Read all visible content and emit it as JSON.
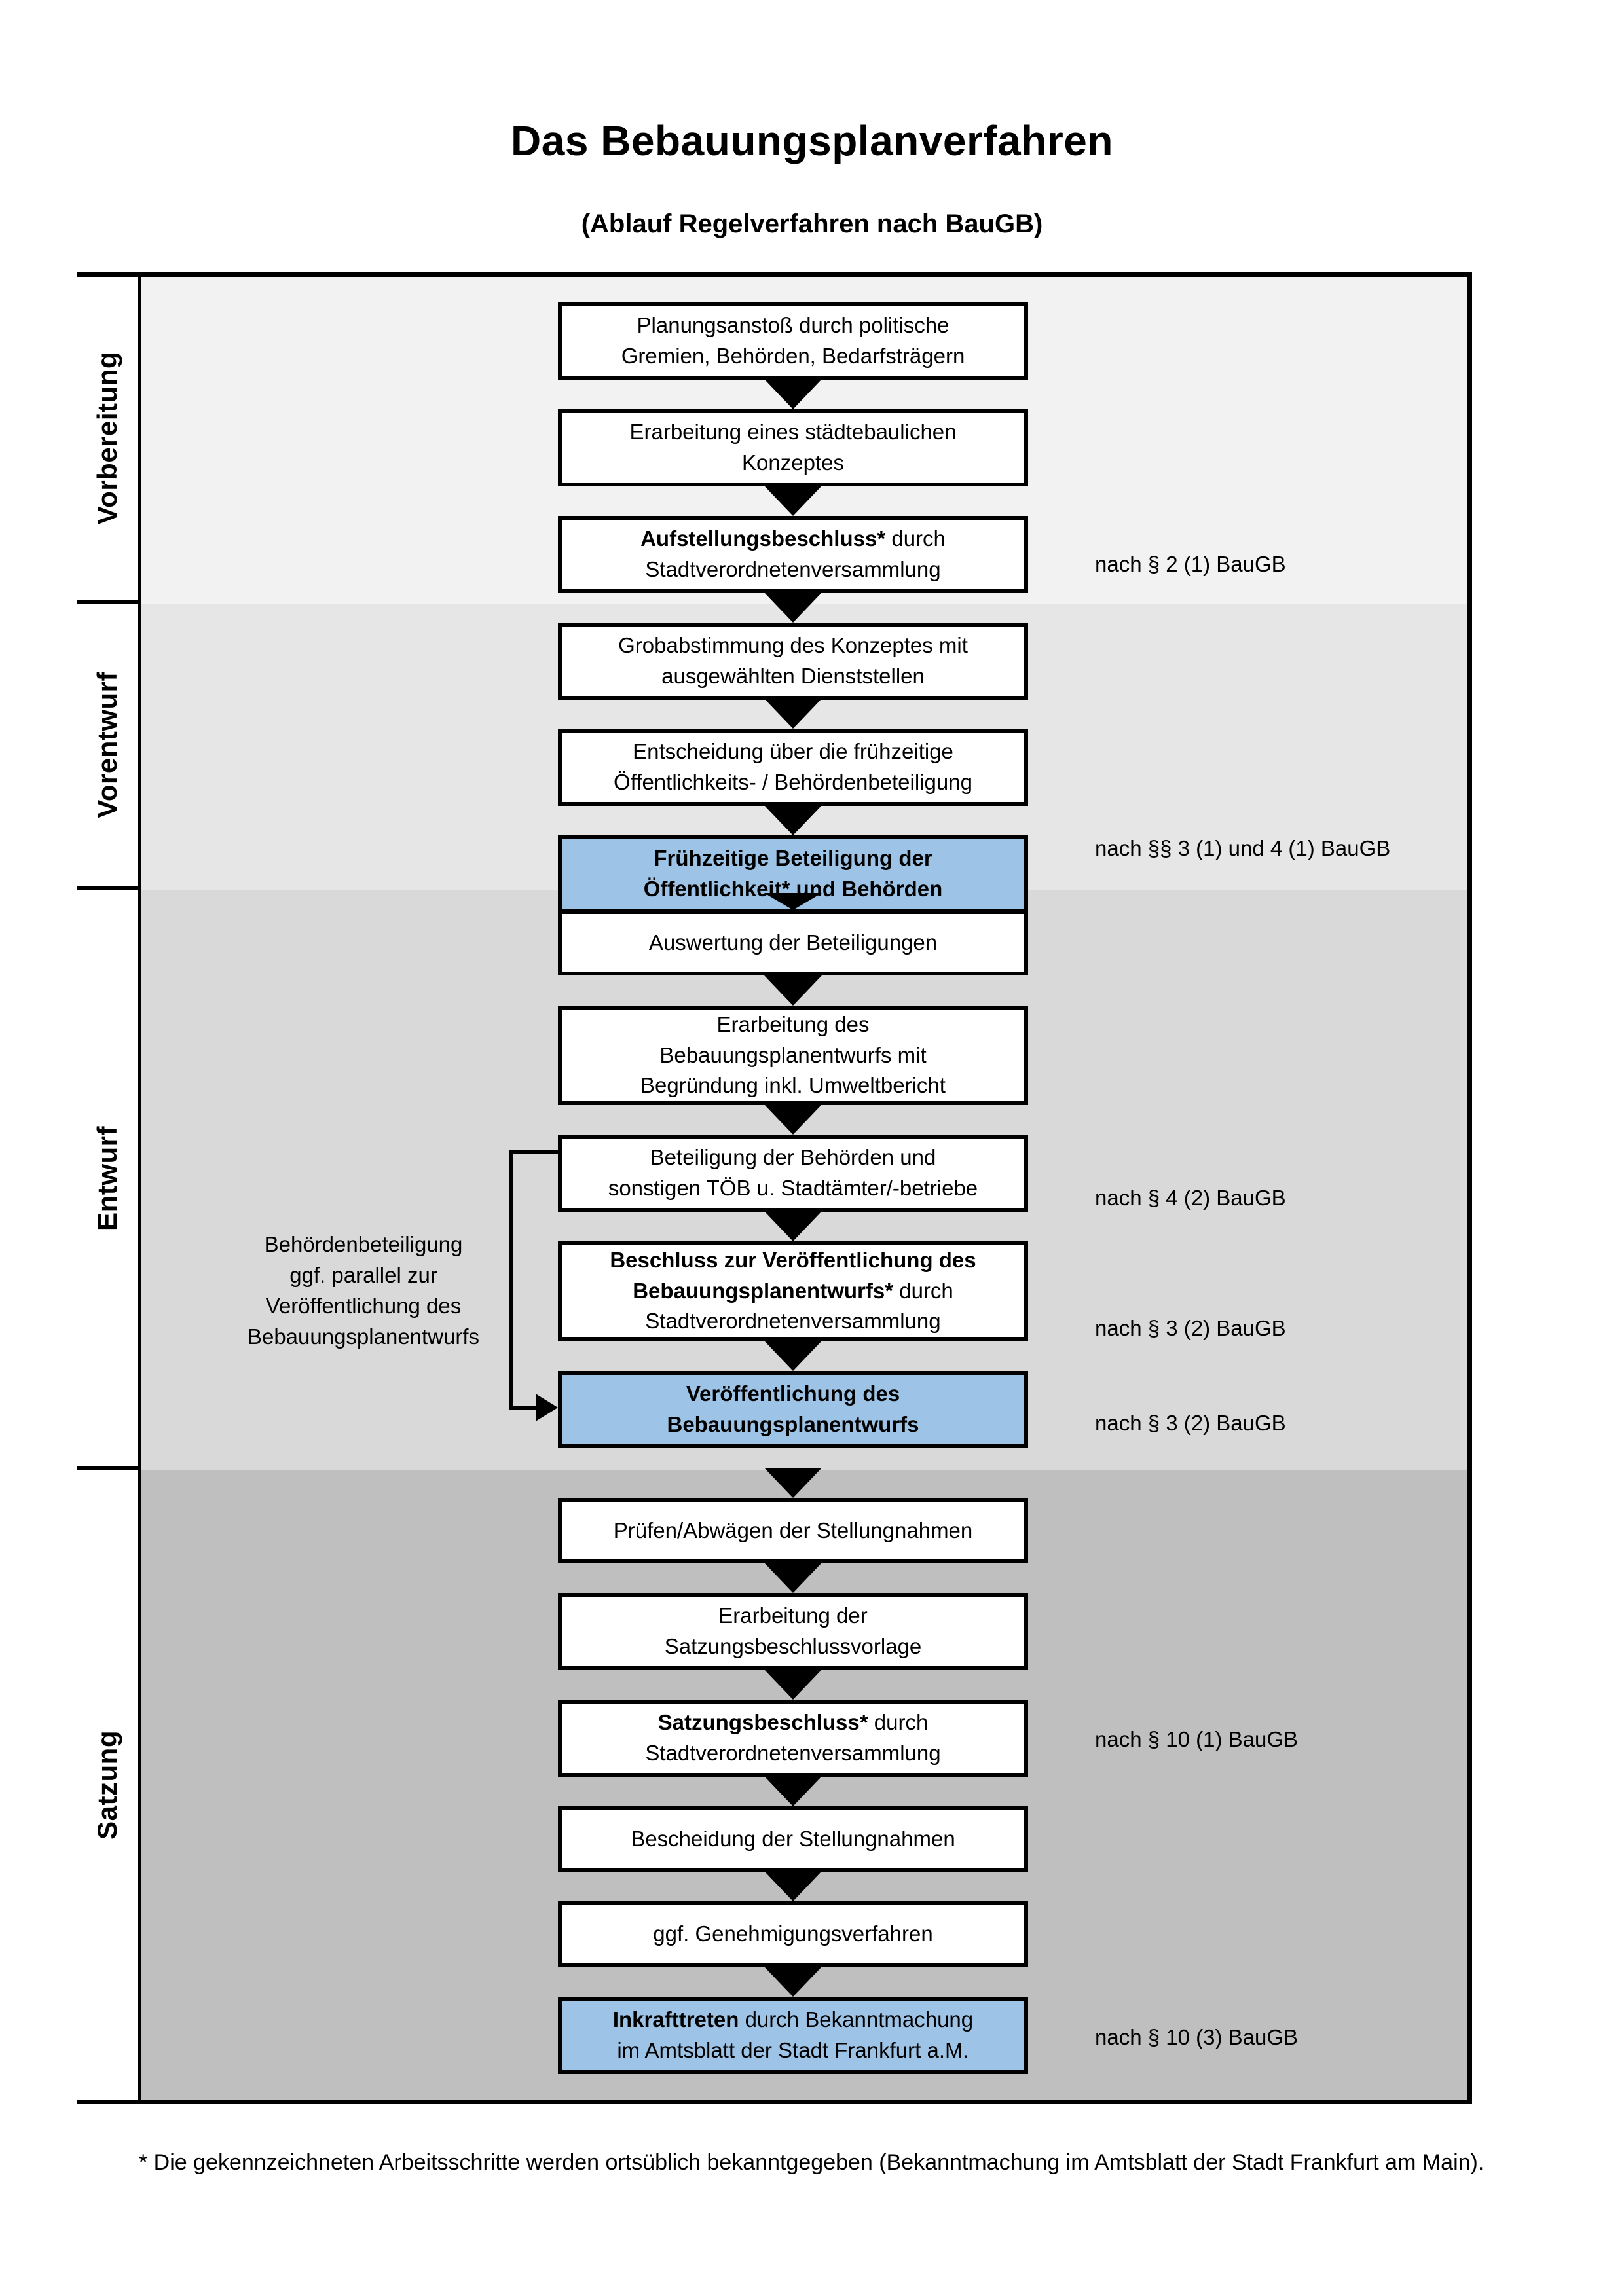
{
  "header": {
    "title": "Das Bebauungsplanverfahren",
    "subtitle": "(Ablauf Regelverfahren nach BauGB)"
  },
  "phases": [
    {
      "id": "vorbereitung",
      "label": "Vorbereitung"
    },
    {
      "id": "vorentwurf",
      "label": "Vorentwurf"
    },
    {
      "id": "entwurf",
      "label": "Entwurf"
    },
    {
      "id": "satzung",
      "label": "Satzung"
    }
  ],
  "steps": [
    {
      "id": "planungsanstoss",
      "phase": "vorbereitung",
      "highlight": false,
      "lines": [
        [
          {
            "t": "Planungsanstoß durch politische",
            "b": false
          }
        ],
        [
          {
            "t": "Gremien, Behörden, Bedarfsträgern",
            "b": false
          }
        ]
      ]
    },
    {
      "id": "staedtebauliches-konzept",
      "phase": "vorbereitung",
      "highlight": false,
      "lines": [
        [
          {
            "t": "Erarbeitung eines städtebaulichen",
            "b": false
          }
        ],
        [
          {
            "t": "Konzeptes",
            "b": false
          }
        ]
      ]
    },
    {
      "id": "aufstellungsbeschluss",
      "phase": "vorbereitung",
      "highlight": false,
      "lines": [
        [
          {
            "t": "Aufstellungsbeschluss*",
            "b": true
          },
          {
            "t": " durch",
            "b": false
          }
        ],
        [
          {
            "t": "Stadtverordnetenversammlung",
            "b": false
          }
        ]
      ]
    },
    {
      "id": "grobabstimmung",
      "phase": "vorentwurf",
      "highlight": false,
      "lines": [
        [
          {
            "t": "Grobabstimmung des Konzeptes mit",
            "b": false
          }
        ],
        [
          {
            "t": "ausgewählten Dienststellen",
            "b": false
          }
        ]
      ]
    },
    {
      "id": "entscheidung-fruehzeitige",
      "phase": "vorentwurf",
      "highlight": false,
      "lines": [
        [
          {
            "t": "Entscheidung über die frühzeitige",
            "b": false
          }
        ],
        [
          {
            "t": "Öffentlichkeits- / Behördenbeteiligung",
            "b": false
          }
        ]
      ]
    },
    {
      "id": "fruehzeitige-beteiligung",
      "phase": "vorentwurf",
      "highlight": true,
      "lines": [
        [
          {
            "t": "Frühzeitige Beteiligung der",
            "b": true
          }
        ],
        [
          {
            "t": "Öffentlichkeit* und Behörden",
            "b": true
          }
        ]
      ]
    },
    {
      "id": "auswertung-beteiligungen",
      "phase": "entwurf",
      "highlight": false,
      "lines": [
        [
          {
            "t": "Auswertung der Beteiligungen",
            "b": false
          }
        ]
      ]
    },
    {
      "id": "erarbeitung-bplanentwurf",
      "phase": "entwurf",
      "highlight": false,
      "lines": [
        [
          {
            "t": "Erarbeitung des",
            "b": false
          }
        ],
        [
          {
            "t": "Bebauungsplanentwurfs mit",
            "b": false
          }
        ],
        [
          {
            "t": "Begründung inkl. Umweltbericht",
            "b": false
          }
        ]
      ]
    },
    {
      "id": "beteiligung-behoerden-toeb",
      "phase": "entwurf",
      "highlight": false,
      "lines": [
        [
          {
            "t": "Beteiligung der Behörden und",
            "b": false
          }
        ],
        [
          {
            "t": "sonstigen TÖB u. Stadtämter/-betriebe",
            "b": false
          }
        ]
      ]
    },
    {
      "id": "beschluss-veroeffentlichung",
      "phase": "entwurf",
      "highlight": false,
      "lines": [
        [
          {
            "t": "Beschluss zur Veröffentlichung des",
            "b": true
          }
        ],
        [
          {
            "t": "Bebauungsplanentwurfs*",
            "b": true
          },
          {
            "t": " durch",
            "b": false
          }
        ],
        [
          {
            "t": "Stadtverordnetenversammlung",
            "b": false
          }
        ]
      ]
    },
    {
      "id": "veroeffentlichung-bplanentwurf",
      "phase": "entwurf",
      "highlight": true,
      "lines": [
        [
          {
            "t": "Veröffentlichung des",
            "b": true
          }
        ],
        [
          {
            "t": "Bebauungsplanentwurfs",
            "b": true
          }
        ]
      ]
    },
    {
      "id": "pruefen-abwaegen",
      "phase": "satzung",
      "highlight": false,
      "lines": [
        [
          {
            "t": "Prüfen/Abwägen der Stellungnahmen",
            "b": false
          }
        ]
      ]
    },
    {
      "id": "erarbeitung-satzungsvorlage",
      "phase": "satzung",
      "highlight": false,
      "lines": [
        [
          {
            "t": "Erarbeitung der",
            "b": false
          }
        ],
        [
          {
            "t": "Satzungsbeschlussvorlage",
            "b": false
          }
        ]
      ]
    },
    {
      "id": "satzungsbeschluss",
      "phase": "satzung",
      "highlight": false,
      "lines": [
        [
          {
            "t": "Satzungsbeschluss*",
            "b": true
          },
          {
            "t": " durch",
            "b": false
          }
        ],
        [
          {
            "t": "Stadtverordnetenversammlung",
            "b": false
          }
        ]
      ]
    },
    {
      "id": "bescheidung-stellungnahmen",
      "phase": "satzung",
      "highlight": false,
      "lines": [
        [
          {
            "t": "Bescheidung der Stellungnahmen",
            "b": false
          }
        ]
      ]
    },
    {
      "id": "genehmigungsverfahren",
      "phase": "satzung",
      "highlight": false,
      "lines": [
        [
          {
            "t": "ggf. Genehmigungsverfahren",
            "b": false
          }
        ]
      ]
    },
    {
      "id": "inkrafttreten",
      "phase": "satzung",
      "highlight": true,
      "lines": [
        [
          {
            "t": "Inkrafttreten",
            "b": true
          },
          {
            "t": " durch Bekanntmachung",
            "b": false
          }
        ],
        [
          {
            "t": "im Amtsblatt der Stadt Frankfurt a.M.",
            "b": false
          }
        ]
      ]
    }
  ],
  "references": [
    {
      "id": "ref-par-2-1",
      "text": "nach § 2 (1) BauGB"
    },
    {
      "id": "ref-par-3-1-4-1",
      "text": "nach §§ 3 (1) und 4 (1) BauGB"
    },
    {
      "id": "ref-par-4-2",
      "text": "nach § 4 (2) BauGB"
    },
    {
      "id": "ref-par-3-2-a",
      "text": "nach § 3 (2) BauGB"
    },
    {
      "id": "ref-par-3-2-b",
      "text": "nach § 3 (2) BauGB"
    },
    {
      "id": "ref-par-10-1",
      "text": "nach § 10 (1) BauGB"
    },
    {
      "id": "ref-par-10-3",
      "text": "nach § 10 (3) BauGB"
    }
  ],
  "sidenote": {
    "lines": [
      "Behördenbeteiligung",
      "ggf. parallel zur",
      "Veröffentlichung des",
      "Bebauungsplanentwurfs"
    ]
  },
  "footnote": {
    "text": "* Die gekennzeichneten Arbeitsschritte werden ortsüblich bekanntgegeben (Bekanntmachung im Amtsblatt  der Stadt Frankfurt am Main)."
  },
  "colors": {
    "highlight_fill": "#9dc3e6",
    "band_vorbereitung": "#f2f2f2",
    "band_vorentwurf": "#e6e6e6",
    "band_entwurf": "#d9d9d9",
    "band_satzung": "#bfbfbf",
    "box_border": "#000000"
  }
}
